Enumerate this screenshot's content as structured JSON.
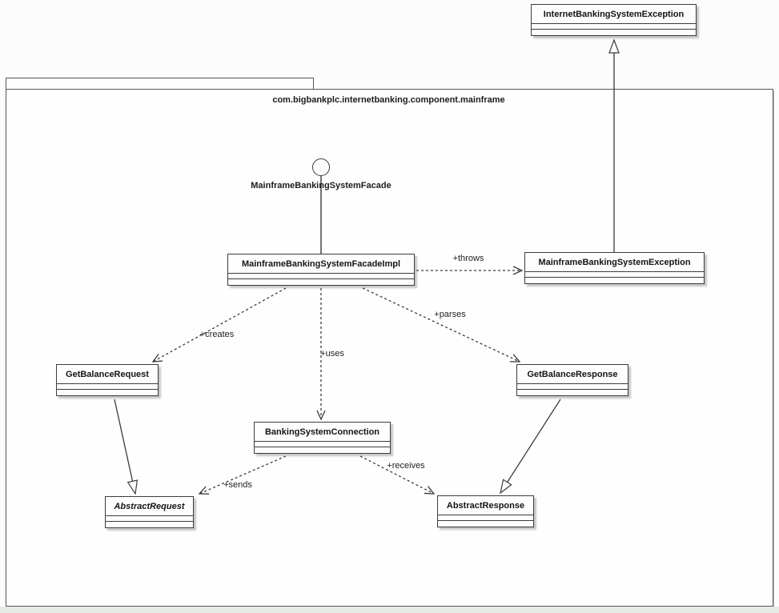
{
  "package": {
    "label": "com.bigbankplc.internetbanking.component.mainframe"
  },
  "interface_lollipop": {
    "label": "MainframeBankingSystemFacade"
  },
  "classes": {
    "internetException": {
      "name": "InternetBankingSystemException"
    },
    "facadeImpl": {
      "name": "MainframeBankingSystemFacadeImpl"
    },
    "mainframeException": {
      "name": "MainframeBankingSystemException"
    },
    "getBalanceRequest": {
      "name": "GetBalanceRequest"
    },
    "getBalanceResponse": {
      "name": "GetBalanceResponse"
    },
    "bankingSystemConnection": {
      "name": "BankingSystemConnection"
    },
    "abstractRequest": {
      "name": "AbstractRequest"
    },
    "abstractResponse": {
      "name": "AbstractResponse"
    }
  },
  "relationships": {
    "throws": {
      "label": "+throws"
    },
    "creates": {
      "label": "+creates"
    },
    "uses": {
      "label": "+uses"
    },
    "parses": {
      "label": "+parses"
    },
    "sends": {
      "label": "+sends"
    },
    "receives": {
      "label": "+receives"
    }
  },
  "colors": {
    "line": "#3a3a3a",
    "box_border": "#3c3c3c",
    "box_fill": "#fdfdfd",
    "background": "#fcfcfc",
    "footer_strip": "#e7e9e7"
  }
}
